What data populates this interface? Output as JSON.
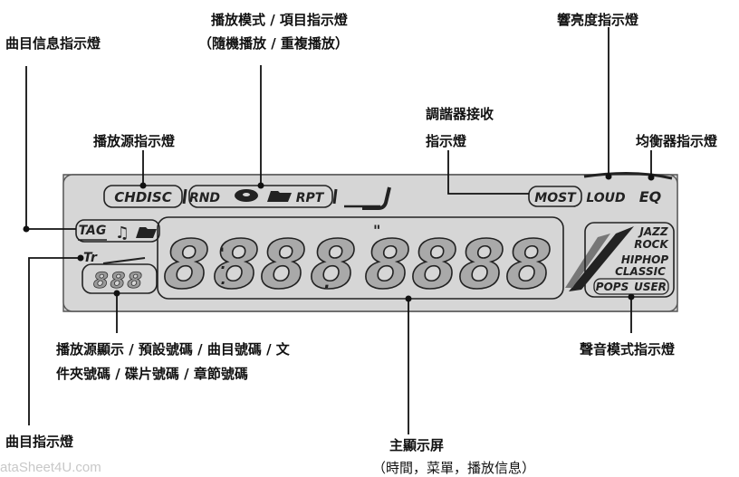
{
  "labels": {
    "title_info": "曲目信息指示燈",
    "play_mode_line1": "播放模式 / 項目指示燈",
    "play_mode_line2": "（隨機播放 / 重複播放）",
    "loudness": "響亮度指示燈",
    "source": "播放源指示燈",
    "tuner_line1": "調諧器接收",
    "tuner_line2": "指示燈",
    "equalizer": "均衡器指示燈",
    "source_display_line1": "播放源顯示 / 預設號碼 / 曲目號碼 / 文",
    "source_display_line2": "件夾號碼 / 碟片號碼 / 章節號碼",
    "sound_mode": "聲音模式指示燈",
    "track": "曲目指示燈",
    "main_display": "主顯示屏",
    "main_display_sub": "（時間，菜單，播放信息）"
  },
  "lcd": {
    "chdisc": "CHDISC",
    "rnd": "RND",
    "rpt": "RPT",
    "most": "MOST",
    "loud": "LOUD",
    "eq": "EQ",
    "tag": "TAG",
    "tr": "Tr",
    "small_digits": "888",
    "big_digits": [
      "8",
      "8",
      "8",
      "8",
      "8",
      "8",
      "8",
      "8"
    ],
    "sound_modes": [
      "JAZZ",
      "ROCK",
      "HIPHOP",
      "CLASSIC",
      "POPS",
      "USER"
    ]
  },
  "watermark": "ataSheet4U.com"
}
